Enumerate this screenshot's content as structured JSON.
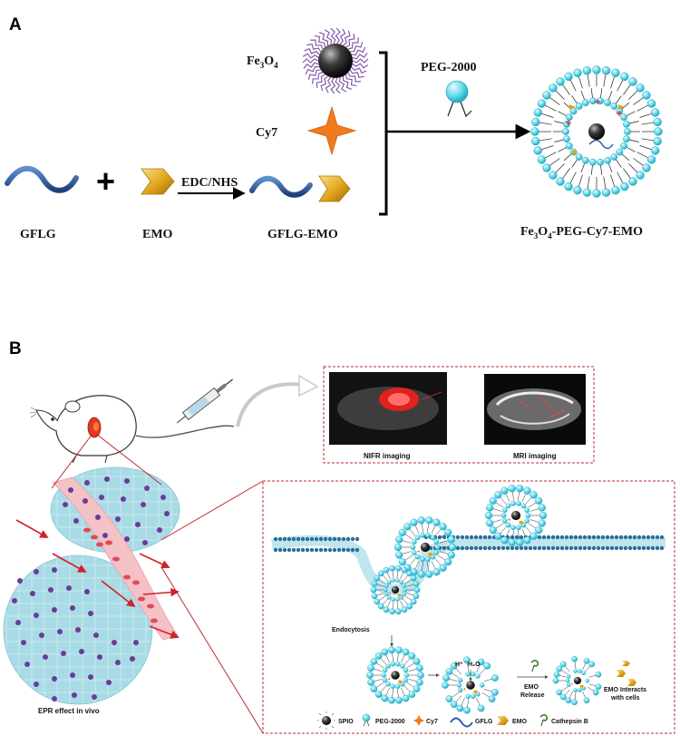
{
  "panel_a": {
    "letter": "A",
    "fe3o4_base": "Fe",
    "fe3o4_sub1": "3",
    "fe3o4_mid": "O",
    "fe3o4_sub2": "4",
    "cy7": "Cy7",
    "peg": "PEG-2000",
    "gflg": "GFLG",
    "emo": "EMO",
    "edc_nhs": "EDC/NHS",
    "gflg_emo": "GFLG-EMO",
    "product_a": "Fe",
    "product_sub1": "3",
    "product_b": "O",
    "product_sub2": "4",
    "product_c": "-PEG-Cy7-EMO"
  },
  "panel_b": {
    "letter": "B",
    "nifr_label": "NIFR imaging",
    "mri_label": "MRI imaging",
    "epr_label": "EPR effect in vivo",
    "endocytosis": "Endocytosis",
    "h_ion": "H⁺",
    "water": "H₂O",
    "emo_release_1": "EMO",
    "emo_release_2": "Release",
    "emo_interacts_1": "EMO Interacts",
    "emo_interacts_2": "with cells",
    "legend": {
      "spio": "SPIO",
      "peg": "PEG-2000",
      "cy7": "Cy7",
      "gflg": "GFLG",
      "emo": "EMO",
      "cathepsin": "Cathepsin B"
    }
  },
  "colors": {
    "peg_cyan": "#4fd6e6",
    "cy7_orange": "#f07a1e",
    "gflg_blue": "#2c5ea8",
    "emo_gold": "#e0a31a",
    "fe3o4_purple": "#7a4fa0",
    "dashed_red": "#c0282d",
    "tumor_cyan": "#a8dde8",
    "tumor_purple": "#6a3c96"
  }
}
